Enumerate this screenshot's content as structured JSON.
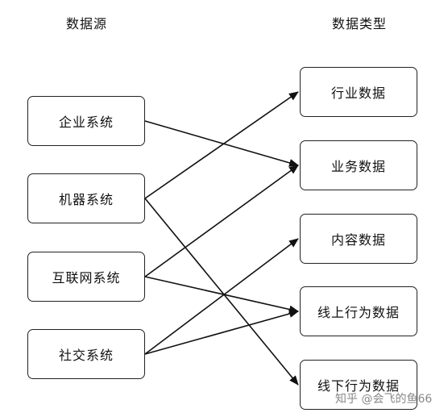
{
  "headers": {
    "sources": "数据源",
    "types": "数据类型"
  },
  "sources": [
    "企业系统",
    "机器系统",
    "互联网系统",
    "社交系统"
  ],
  "types": [
    "行业数据",
    "业务数据",
    "内容数据",
    "线上行为数据",
    "线下行为数据"
  ],
  "links": [
    {
      "from": 0,
      "to": 1
    },
    {
      "from": 1,
      "to": 0
    },
    {
      "from": 1,
      "to": 4
    },
    {
      "from": 2,
      "to": 1
    },
    {
      "from": 2,
      "to": 3
    },
    {
      "from": 3,
      "to": 2
    },
    {
      "from": 3,
      "to": 3
    }
  ],
  "watermark": "知乎 @会飞的鱼66"
}
